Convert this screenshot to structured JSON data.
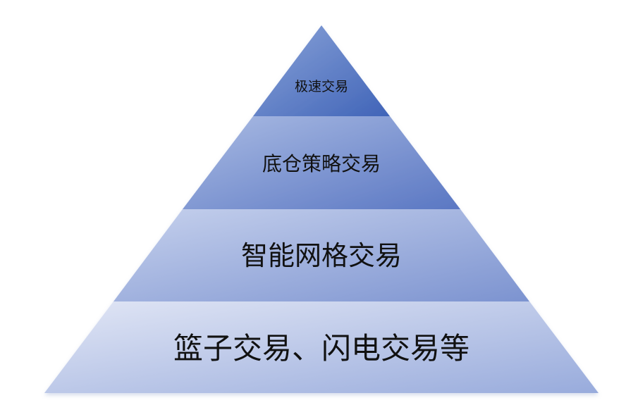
{
  "title": "Trading pyramid",
  "layers": [
    {
      "label": "极速交易",
      "color_light": "#8aa3d8",
      "color_dark": "#4064b8"
    },
    {
      "label": "底仓策略交易",
      "color_light": "#aabbe3",
      "color_dark": "#5a77c3"
    },
    {
      "label": "智能网格交易",
      "color_light": "#c6d1ed",
      "color_dark": "#7c93d0"
    },
    {
      "label": "篮子交易、闪电交易等",
      "color_light": "#e1e6f5",
      "color_dark": "#98abdc"
    }
  ]
}
